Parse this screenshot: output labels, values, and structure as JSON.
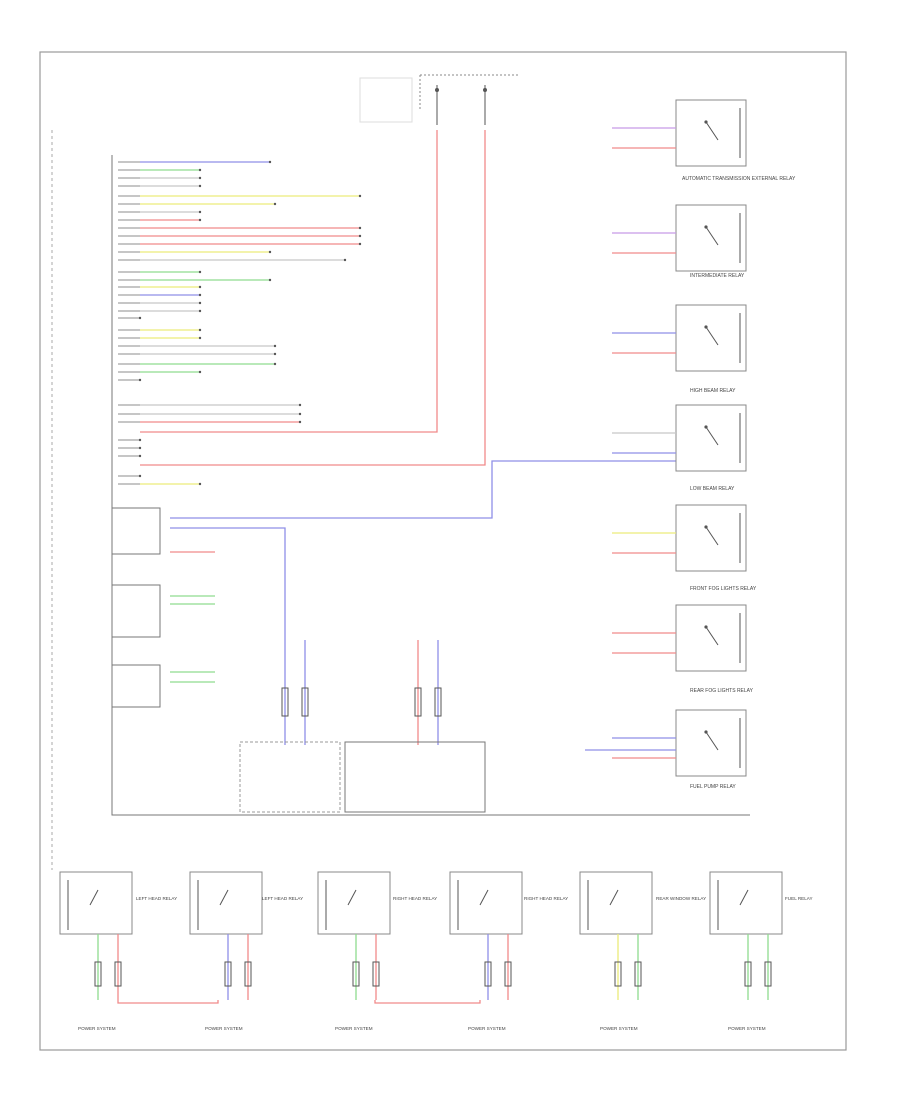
{
  "diagram": {
    "border_color": "#9a9a9a",
    "line_color": "#444444",
    "text_color": "#444444",
    "wire_colors": {
      "red": "#f08a8a",
      "blue": "#8f8fe8",
      "green": "#8fdc8f",
      "yellow": "#ecec7a",
      "violet": "#c89be6",
      "gray": "#c8c8c8"
    },
    "relays_right": [
      {
        "label": "AUTOMATIC TRANSMISSION EXTERNAL RELAY"
      },
      {
        "label": "INTERMEDIATE RELAY"
      },
      {
        "label": "HIGH BEAM RELAY"
      },
      {
        "label": "LOW BEAM RELAY"
      },
      {
        "label": "FRONT FOG LIGHTS RELAY"
      },
      {
        "label": "REAR FOG LIGHTS RELAY"
      },
      {
        "label": "FUEL PUMP RELAY"
      }
    ],
    "relays_bottom": [
      {
        "label": "LEFT HEAD RELAY",
        "system": "POWER SYSTEM"
      },
      {
        "label": "LEFT HEAD RELAY",
        "system": "POWER SYSTEM"
      },
      {
        "label": "RIGHT HEAD RELAY",
        "system": "POWER SYSTEM"
      },
      {
        "label": "RIGHT HEAD RELAY",
        "system": "POWER SYSTEM"
      },
      {
        "label": "REAR WINDOW RELAY",
        "system": "POWER SYSTEM"
      },
      {
        "label": "FUEL RELAY",
        "system": "POWER SYSTEM"
      }
    ]
  }
}
